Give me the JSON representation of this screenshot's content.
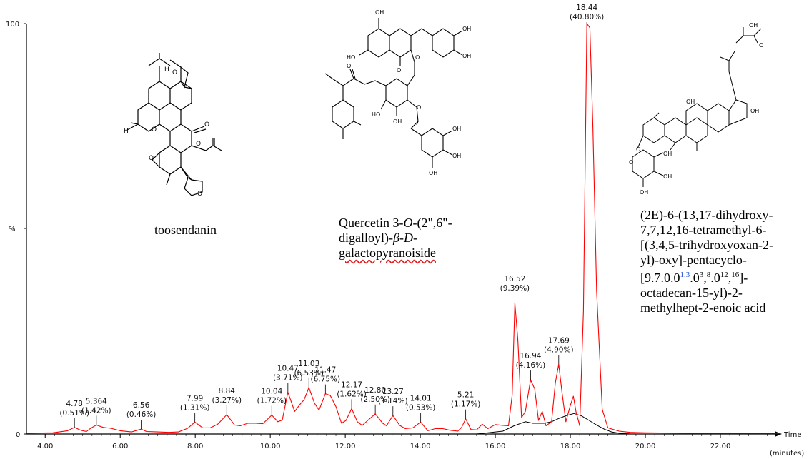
{
  "chart_data": {
    "type": "line",
    "y_axis": {
      "ticks": [
        "100",
        "%",
        "0"
      ],
      "ylim": [
        0,
        100
      ]
    },
    "x_axis": {
      "ticks": [
        "4.00",
        "6.00",
        "8.00",
        "10.00",
        "12.00",
        "14.00",
        "16.00",
        "18.00",
        "20.00",
        "22.00"
      ],
      "xlim": [
        3.5,
        23.6
      ],
      "label": "Time",
      "unit": "(minutes)"
    },
    "series": [
      {
        "color": "#ff0000",
        "x": [
          3.5,
          4.2,
          4.6,
          4.78,
          4.95,
          5.1,
          5.2,
          5.364,
          5.55,
          5.75,
          6.0,
          6.3,
          6.45,
          6.56,
          6.7,
          7.0,
          7.3,
          7.55,
          7.8,
          7.99,
          8.2,
          8.4,
          8.6,
          8.84,
          9.05,
          9.2,
          9.4,
          9.6,
          9.8,
          10.04,
          10.2,
          10.32,
          10.47,
          10.65,
          10.8,
          10.9,
          11.03,
          11.18,
          11.3,
          11.47,
          11.6,
          11.75,
          11.9,
          12.02,
          12.17,
          12.32,
          12.45,
          12.6,
          12.8,
          13.0,
          13.1,
          13.27,
          13.45,
          13.6,
          13.8,
          14.01,
          14.2,
          14.4,
          14.6,
          14.8,
          15.0,
          15.1,
          15.21,
          15.35,
          15.5,
          15.65,
          15.8,
          16.0,
          16.2,
          16.35,
          16.45,
          16.52,
          16.6,
          16.7,
          16.8,
          16.94,
          17.05,
          17.15,
          17.25,
          17.35,
          17.5,
          17.6,
          17.69,
          17.78,
          17.88,
          18.0,
          18.08,
          18.15,
          18.25,
          18.35,
          18.44,
          18.52,
          18.6,
          18.7,
          18.85,
          19.0,
          19.3,
          19.6,
          20.0,
          21.0,
          22.0,
          23.0,
          23.6
        ],
        "y": [
          0.2,
          0.3,
          0.8,
          1.6,
          0.9,
          0.6,
          1.3,
          2.2,
          1.6,
          1.4,
          0.8,
          0.5,
          0.9,
          1.2,
          0.6,
          0.5,
          0.4,
          0.5,
          1.4,
          2.9,
          1.5,
          1.5,
          2.4,
          4.7,
          2.2,
          2.0,
          2.6,
          2.6,
          2.5,
          4.6,
          3.0,
          3.4,
          10.2,
          5.5,
          7.3,
          8.3,
          11.3,
          7.5,
          5.8,
          9.8,
          9.4,
          6.7,
          2.6,
          3.3,
          6.2,
          3.0,
          2.1,
          3.3,
          4.9,
          2.6,
          2.0,
          4.5,
          2.1,
          1.3,
          1.5,
          2.9,
          0.8,
          1.3,
          1.3,
          0.9,
          0.7,
          1.6,
          3.7,
          1.1,
          1.0,
          2.4,
          1.3,
          2.3,
          2.1,
          2.0,
          9.5,
          32.0,
          23.0,
          4.0,
          5.5,
          13.2,
          11.0,
          3.3,
          5.5,
          2.0,
          3.0,
          12.5,
          17.0,
          10.0,
          3.0,
          7.0,
          9.2,
          5.5,
          2.0,
          30.0,
          100,
          99.0,
          75.0,
          35.0,
          6.0,
          1.5,
          0.7,
          0.4,
          0.3,
          0.2,
          0.2,
          0.2,
          0.2
        ]
      },
      {
        "color": "#000000",
        "x": [
          3.5,
          10.0,
          12.0,
          14.0,
          15.5,
          16.2,
          16.5,
          16.8,
          17.0,
          17.3,
          17.5,
          17.7,
          17.9,
          18.1,
          18.3,
          18.5,
          18.7,
          18.9,
          19.1,
          19.3,
          19.6,
          20.0,
          22.0,
          23.6
        ],
        "y": [
          0,
          0,
          0,
          0,
          0,
          0.7,
          2.0,
          3.0,
          2.6,
          2.6,
          3.0,
          3.8,
          4.5,
          5.0,
          4.4,
          3.3,
          2.2,
          1.2,
          0.5,
          0.2,
          0,
          0,
          0,
          0
        ]
      }
    ],
    "annotations": [
      {
        "x": 4.78,
        "line1": "4.78",
        "line2": "(0.51%)"
      },
      {
        "x": 5.364,
        "line1": "5.364",
        "line2": "(1.42%)"
      },
      {
        "x": 6.56,
        "line1": "6.56",
        "line2": "(0.46%)"
      },
      {
        "x": 7.99,
        "line1": "7.99",
        "line2": "(1.31%)"
      },
      {
        "x": 8.84,
        "line1": "8.84",
        "line2": "(3.27%)"
      },
      {
        "x": 10.04,
        "line1": "10.04",
        "line2": "(1.72%)"
      },
      {
        "x": 10.47,
        "line1": "10.47",
        "line2": "(3.71%)"
      },
      {
        "x": 11.03,
        "line1": "11.03",
        "line2": "(6.53%)"
      },
      {
        "x": 11.47,
        "line1": "11.47",
        "line2": "(6.75%)"
      },
      {
        "x": 12.17,
        "line1": "12.17",
        "line2": "(1.62%)"
      },
      {
        "x": 12.8,
        "line1": "12.80",
        "line2": "(2.50%)"
      },
      {
        "x": 13.27,
        "line1": "13.27",
        "line2": "(1.14%)"
      },
      {
        "x": 14.01,
        "line1": "14.01",
        "line2": "(0.53%)"
      },
      {
        "x": 15.21,
        "line1": "5.21",
        "line2": "(1.17%)"
      },
      {
        "x": 16.52,
        "line1": "16.52",
        "line2": "(9.39%)"
      },
      {
        "x": 16.94,
        "line1": "16.94",
        "line2": "(4.16%)"
      },
      {
        "x": 17.69,
        "line1": "17.69",
        "line2": "(4.90%)"
      },
      {
        "x": 18.44,
        "line1": "18.44",
        "line2": "(40.80%)"
      }
    ],
    "grid": false,
    "legend": "none"
  },
  "compounds": {
    "toosendanin": {
      "name": "toosendanin",
      "icon": "molecule-structure-icon"
    },
    "quercetin": {
      "lines": [
        "Quercetin 3-",
        "O",
        "-(2\",6\"-",
        "digalloyl)-",
        "β-D-",
        "galactopyranoiside"
      ],
      "icon": "molecule-structure-icon"
    },
    "triterpenoid": {
      "lines": [
        "(2E)-6-(13,17-dihydroxy-",
        "7,7,12,16-tetramethyl-6-",
        "[(3,4,5-trihydroxyoxan-2-",
        "yl)-oxy]-pentacyclo-",
        "[9.7.0.0",
        "1,3",
        ".0",
        "3",
        ",",
        "8",
        ".0",
        "12",
        ",",
        "16",
        "]-",
        "octadecan-15-yl)-2-",
        "methylhept-2-enoic acid"
      ],
      "icon": "molecule-structure-icon"
    }
  }
}
